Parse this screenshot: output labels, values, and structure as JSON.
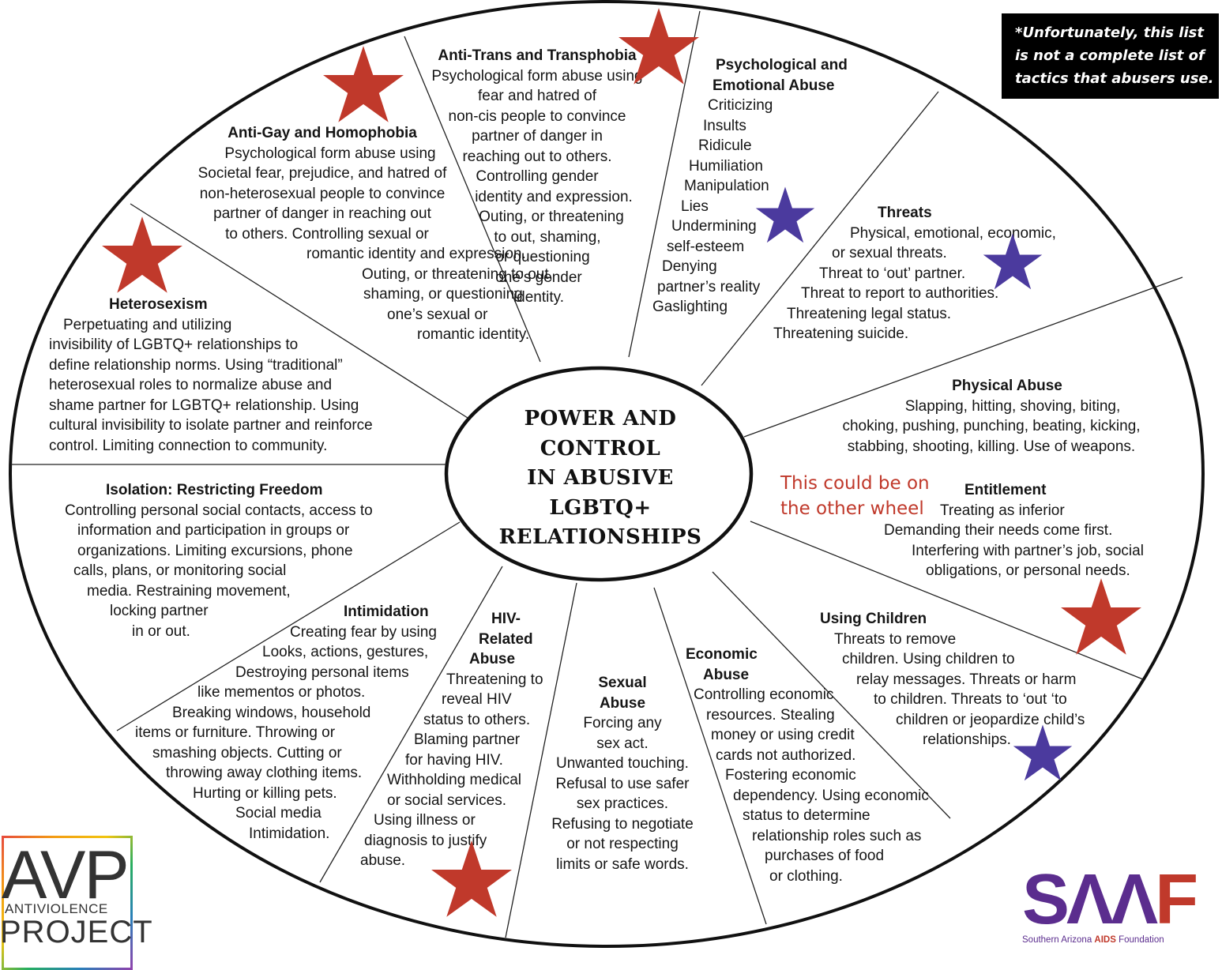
{
  "center": {
    "lines": [
      "POWER AND",
      "CONTROL",
      "IN ABUSIVE",
      "LGBTQ+",
      "RELATIONSHIPS"
    ]
  },
  "note": {
    "lines": [
      "*Unfortunately, this list",
      "is not a complete list of",
      "tactics that abusers use."
    ]
  },
  "annotation": {
    "lines": [
      "This could be on",
      "the other wheel"
    ],
    "color": "#c0392b"
  },
  "segments": {
    "anti_trans": {
      "title": "Anti-Trans and Transphobia",
      "lines": [
        "Psychological form abuse using",
        "fear and hatred of",
        "non-cis people to convince",
        "partner of danger in",
        "reaching out to others.",
        "Controlling gender",
        "identity and expression.",
        "Outing, or threatening",
        "to out, shaming,",
        "or questioning",
        "one’s gender",
        "identity."
      ]
    },
    "anti_gay": {
      "title": "Anti-Gay and Homophobia",
      "lines": [
        "Psychological form abuse using",
        "Societal fear, prejudice, and hatred of",
        "non-heterosexual people to convince",
        "partner of danger in reaching out",
        "to others. Controlling sexual or",
        "romantic identity and expression.",
        "Outing, or threatening to out,",
        "shaming, or questioning",
        "one’s sexual or",
        "romantic identity."
      ]
    },
    "psychological": {
      "title_lines": [
        "Psychological and",
        "Emotional Abuse"
      ],
      "lines": [
        "Criticizing",
        "Insults",
        "Ridicule",
        "Humiliation",
        "Manipulation",
        "Lies",
        "Undermining",
        "self-esteem",
        "Denying",
        "partner’s reality",
        "Gaslighting"
      ]
    },
    "threats": {
      "title": "Threats",
      "lines": [
        "Physical, emotional, economic,",
        "or sexual threats.",
        "Threat to ‘out’ partner.",
        "Threat to report to authorities.",
        "Threatening legal status.",
        "Threatening suicide."
      ]
    },
    "heterosexism": {
      "title": "Heterosexism",
      "lines": [
        "Perpetuating and utilizing",
        "invisibility of LGBTQ+ relationships to",
        "define relationship norms. Using “traditional”",
        "heterosexual roles to normalize abuse and",
        "shame partner for LGBTQ+ relationship. Using",
        "cultural invisibility to isolate partner and reinforce",
        "control. Limiting connection to community."
      ]
    },
    "physical": {
      "title": "Physical Abuse",
      "lines": [
        "Slapping, hitting, shoving, biting,",
        "choking, pushing, punching, beating, kicking,",
        "stabbing, shooting, killing. Use of weapons."
      ]
    },
    "isolation": {
      "title": "Isolation: Restricting Freedom",
      "lines": [
        "Controlling personal social contacts, access to",
        "information and participation in groups or",
        "organizations. Limiting excursions, phone",
        "calls, plans, or monitoring social",
        "media. Restraining movement,",
        "locking partner",
        "in or out."
      ]
    },
    "entitlement": {
      "title": "Entitlement",
      "lines": [
        "Treating as inferior",
        "Demanding their needs come first.",
        "Interfering with partner’s job, social",
        "obligations, or personal needs."
      ]
    },
    "intimidation": {
      "title": "Intimidation",
      "lines": [
        "Creating fear by using",
        "Looks, actions, gestures,",
        "Destroying personal items",
        "like mementos or photos.",
        "Breaking windows, household",
        "items or furniture. Throwing or",
        "smashing objects. Cutting or",
        "throwing away clothing items.",
        "Hurting or killing pets.",
        "Social media",
        "Intimidation."
      ]
    },
    "hiv": {
      "title_lines": [
        "HIV-",
        "Related",
        "Abuse"
      ],
      "lines": [
        "Threatening to",
        "reveal HIV",
        "status to others.",
        "Blaming partner",
        "for having HIV.",
        "Withholding medical",
        "or social services.",
        "Using illness or",
        "diagnosis to justify",
        "abuse."
      ]
    },
    "sexual": {
      "title_lines": [
        "Sexual",
        "Abuse"
      ],
      "lines": [
        "Forcing any",
        "sex act.",
        "Unwanted touching.",
        "Refusal to use safer",
        "sex practices.",
        "Refusing to negotiate",
        "or not respecting",
        "limits or safe words."
      ]
    },
    "economic": {
      "title_lines": [
        "Economic",
        "Abuse"
      ],
      "lines": [
        "Controlling economic",
        "resources. Stealing",
        "money or using credit",
        "cards not authorized.",
        "Fostering economic",
        "dependency. Using economic",
        "status to determine",
        "relationship roles such as",
        "purchases of food",
        "or clothing."
      ]
    },
    "children": {
      "title": "Using Children",
      "lines": [
        "Threats to remove",
        "children. Using children to",
        "relay messages. Threats or harm",
        "to children. Threats to ‘out ‘to",
        "children or jeopardize child’s",
        "relationships."
      ]
    }
  },
  "stars": {
    "red_color": "#c0392b",
    "blue_color": "#4b3a9e"
  },
  "logos": {
    "avp": {
      "big": "AVP",
      "small": "ANTIVIOLENCE",
      "project": "PROJECT"
    },
    "saaf": {
      "s": "S",
      "a1": "Λ",
      "a2": "Λ",
      "f": "F",
      "tag_pre": "Southern Arizona ",
      "tag_bold": "AIDS",
      "tag_post": " Foundation"
    }
  }
}
